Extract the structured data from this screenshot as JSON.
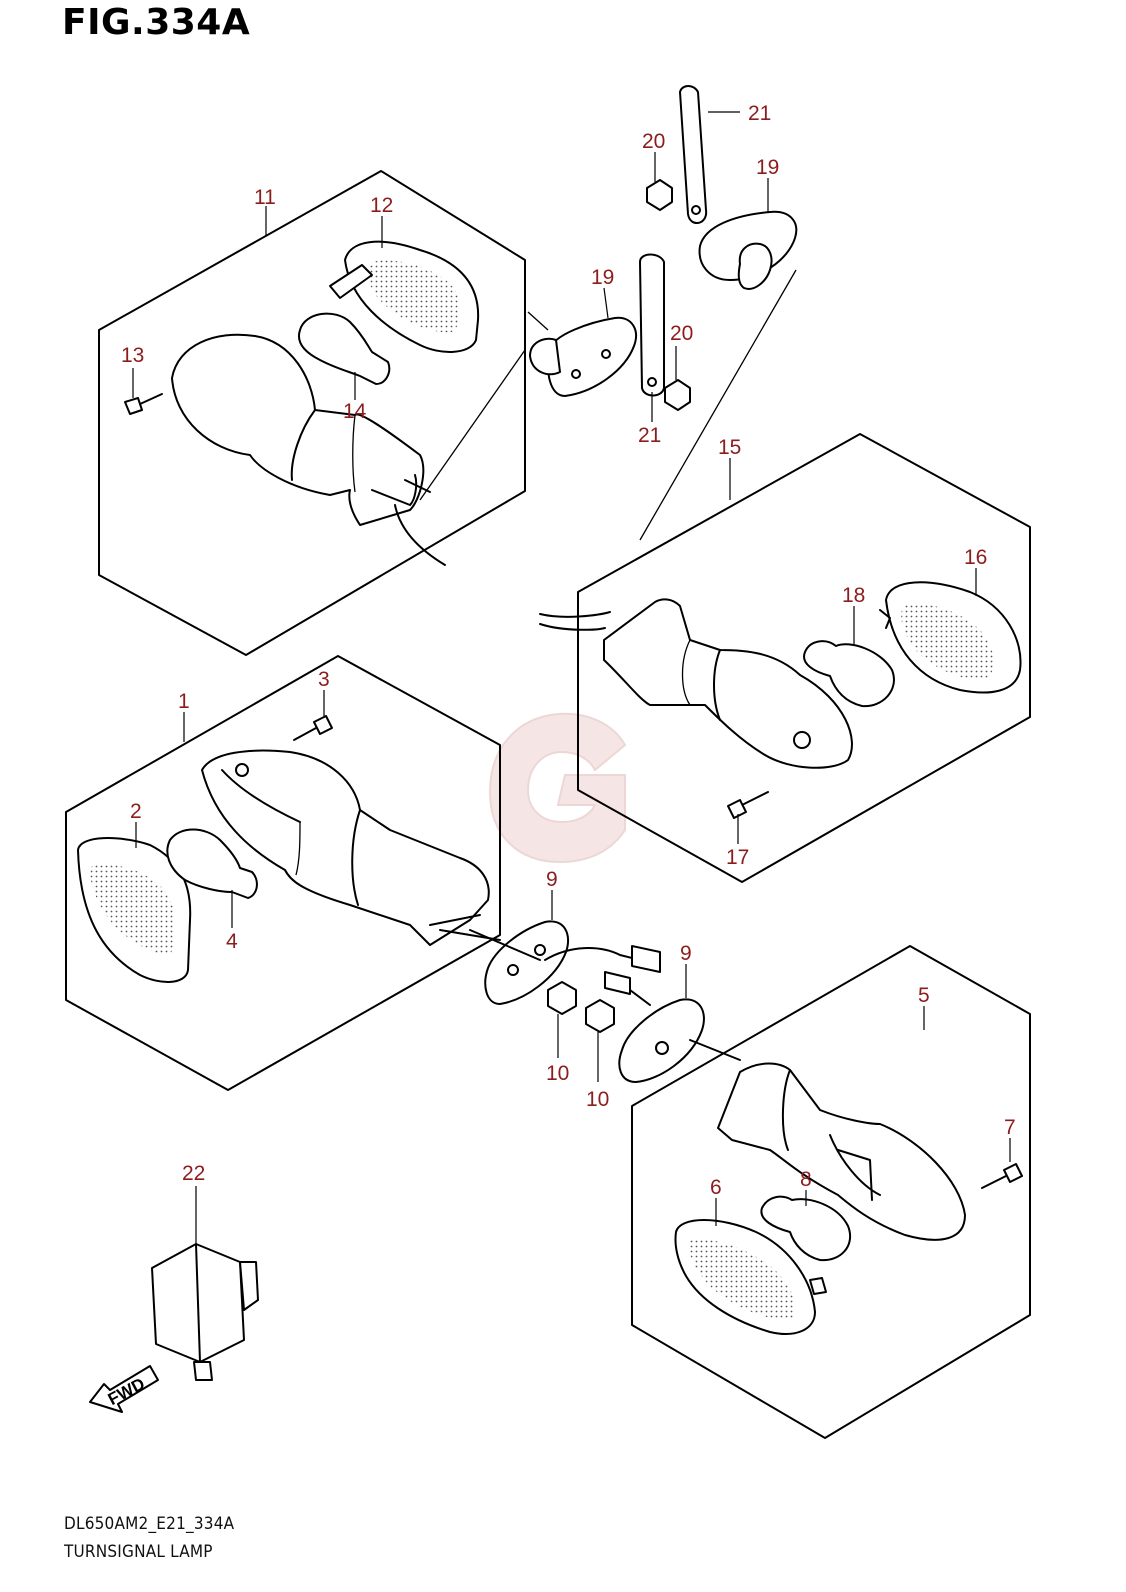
{
  "figure": {
    "title": "FIG.334A",
    "code": "DL650AM2_E21_334A",
    "name": "TURNSIGNAL LAMP",
    "fwd_label": "FWD",
    "callout_color": "#8c1d1d"
  },
  "callouts": [
    {
      "id": "c11",
      "label": "11"
    },
    {
      "id": "c12",
      "label": "12"
    },
    {
      "id": "c13",
      "label": "13"
    },
    {
      "id": "c14",
      "label": "14"
    },
    {
      "id": "c19a",
      "label": "19"
    },
    {
      "id": "c19b",
      "label": "19"
    },
    {
      "id": "c20a",
      "label": "20"
    },
    {
      "id": "c20b",
      "label": "20"
    },
    {
      "id": "c21a",
      "label": "21"
    },
    {
      "id": "c21b",
      "label": "21"
    },
    {
      "id": "c15",
      "label": "15"
    },
    {
      "id": "c16",
      "label": "16"
    },
    {
      "id": "c17",
      "label": "17"
    },
    {
      "id": "c18",
      "label": "18"
    },
    {
      "id": "c1",
      "label": "1"
    },
    {
      "id": "c2",
      "label": "2"
    },
    {
      "id": "c3",
      "label": "3"
    },
    {
      "id": "c4",
      "label": "4"
    },
    {
      "id": "c9a",
      "label": "9"
    },
    {
      "id": "c9b",
      "label": "9"
    },
    {
      "id": "c10a",
      "label": "10"
    },
    {
      "id": "c10b",
      "label": "10"
    },
    {
      "id": "c5",
      "label": "5"
    },
    {
      "id": "c6",
      "label": "6"
    },
    {
      "id": "c7",
      "label": "7"
    },
    {
      "id": "c8",
      "label": "8"
    },
    {
      "id": "c22",
      "label": "22"
    }
  ]
}
